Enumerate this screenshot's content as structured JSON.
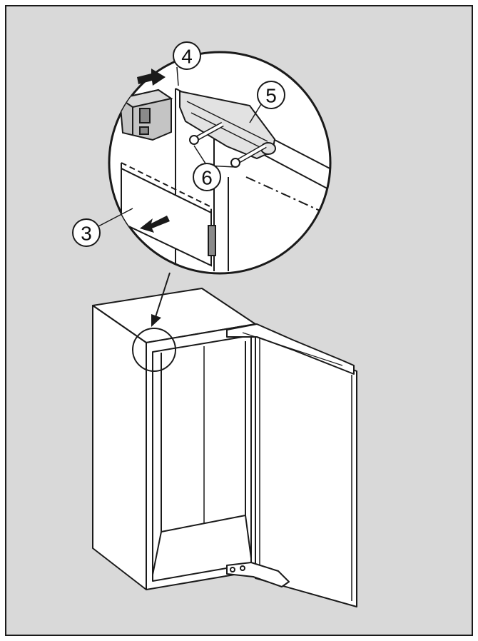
{
  "colors": {
    "frame_background": "#d9d9d9",
    "line": "#1a1a1a",
    "fill_white": "#ffffff",
    "part_gray": "#c4c4c4",
    "part_dark": "#8a8a8a"
  },
  "callouts": {
    "c3": "3",
    "c4": "4",
    "c5": "5",
    "c6": "6"
  },
  "icons": {
    "push_right": "arrow-right-icon",
    "pull_out": "arrow-down-left-icon",
    "detail_pointer": "arrow-down-icon"
  }
}
